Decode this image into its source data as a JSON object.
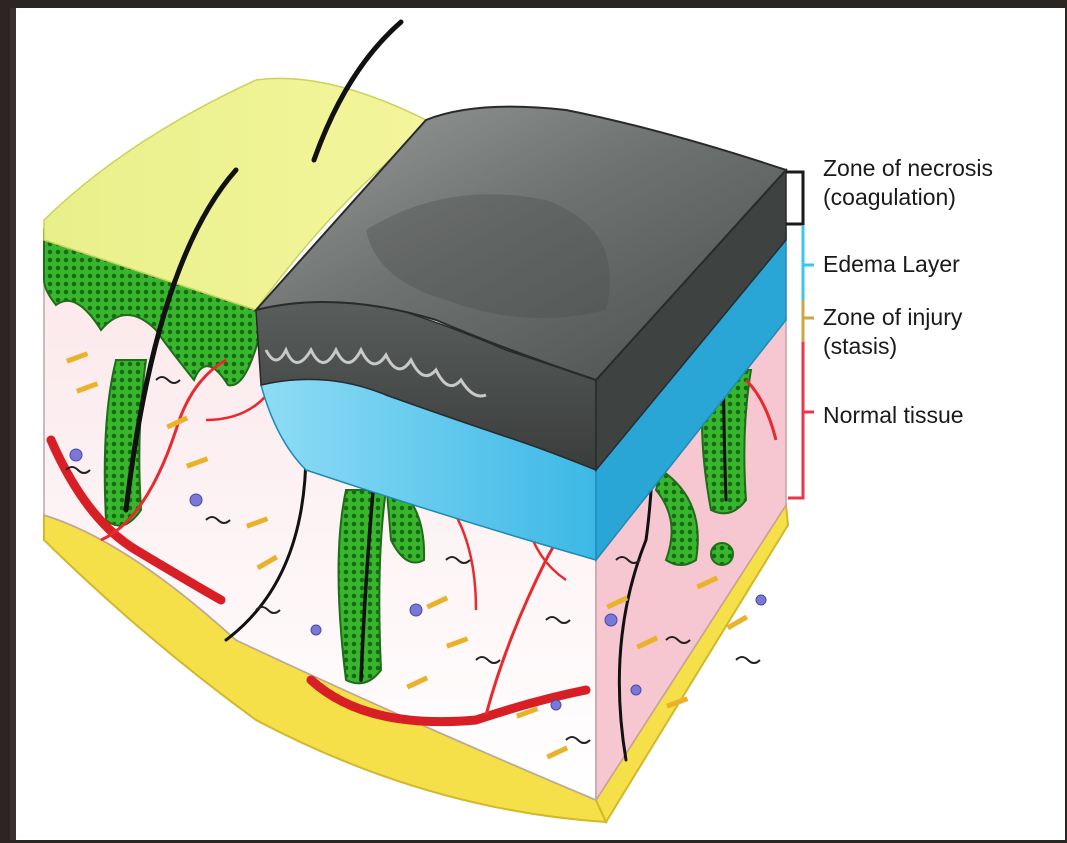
{
  "labels": {
    "necrosis_line1": "Zone of necrosis",
    "necrosis_line2": "(coagulation)",
    "edema": "Edema Layer",
    "injury_line1": "Zone of injury",
    "injury_line2": "(stasis)",
    "normal": "Normal tissue"
  },
  "colors": {
    "necrosis": "#1a1a1a",
    "edema": "#3cc6ef",
    "injury": "#c9a646",
    "normal": "#e8364a"
  }
}
